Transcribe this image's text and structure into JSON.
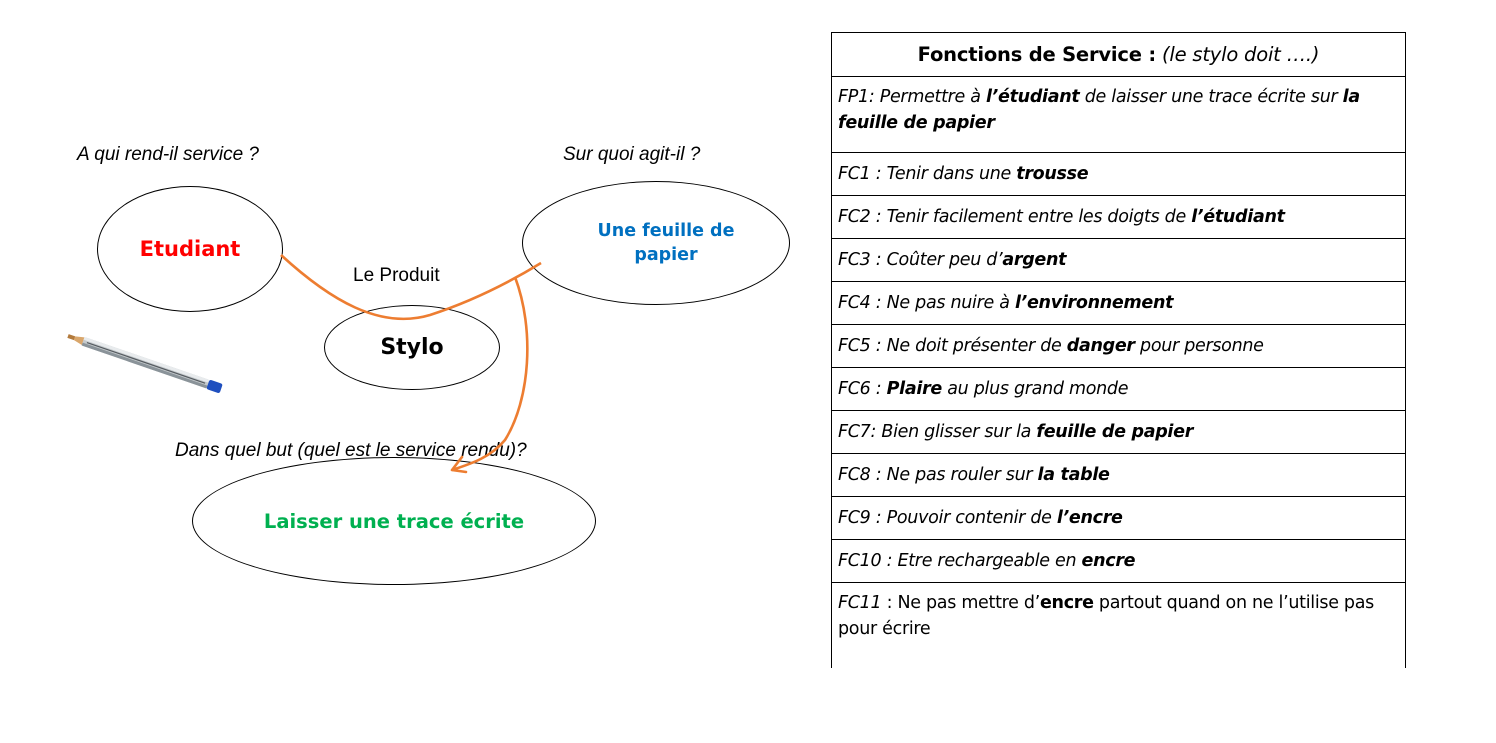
{
  "diagram": {
    "questions": {
      "who": "A qui rend-il service ?",
      "what": "Sur quoi agit-il ?",
      "why": "Dans quel but  (quel est le service rendu)?"
    },
    "nodes": {
      "user": "Etudiant",
      "material": "Une feuille de papier",
      "product_caption": "Le Produit",
      "product": "Stylo",
      "purpose": "Laisser une trace écrite"
    },
    "colors": {
      "user": "#ff0000",
      "material": "#0070c0",
      "purpose": "#00b050",
      "connector": "#ed7d31"
    },
    "icons": [
      "pen-icon"
    ]
  },
  "table": {
    "header_bold": "Fonctions de Service :",
    "header_italic": "(le stylo doit ….)",
    "rows": [
      {
        "id": "FP1",
        "parts": [
          [
            "FP1: Permettre à ",
            false
          ],
          [
            "l’étudiant",
            true
          ],
          [
            " de laisser une trace écrite sur ",
            false
          ],
          [
            "la feuille de papier",
            true
          ]
        ]
      },
      {
        "id": "FC1",
        "parts": [
          [
            "FC1 : Tenir dans une ",
            false
          ],
          [
            "trousse",
            true
          ]
        ]
      },
      {
        "id": "FC2",
        "parts": [
          [
            "FC2 : Tenir facilement entre les doigts de ",
            false
          ],
          [
            "l’étudiant",
            true
          ]
        ]
      },
      {
        "id": "FC3",
        "parts": [
          [
            "FC3 : Coûter peu d’",
            false
          ],
          [
            "argent",
            true
          ]
        ]
      },
      {
        "id": "FC4",
        "parts": [
          [
            "FC4 : Ne pas nuire à ",
            false
          ],
          [
            "l’environnement",
            true
          ]
        ]
      },
      {
        "id": "FC5",
        "parts": [
          [
            "FC5 : Ne doit présenter de ",
            false
          ],
          [
            "danger",
            true
          ],
          [
            " pour personne",
            false
          ]
        ]
      },
      {
        "id": "FC6",
        "parts": [
          [
            "FC6 : ",
            false
          ],
          [
            "Plaire",
            true
          ],
          [
            " au plus grand monde",
            false
          ]
        ]
      },
      {
        "id": "FC7",
        "parts": [
          [
            "FC7: Bien glisser sur la ",
            false
          ],
          [
            "feuille de papier",
            true
          ]
        ]
      },
      {
        "id": "FC8",
        "parts": [
          [
            "FC8 : Ne pas rouler sur ",
            false
          ],
          [
            "la table",
            true
          ]
        ]
      },
      {
        "id": "FC9",
        "parts": [
          [
            "FC9 : Pouvoir contenir de ",
            false
          ],
          [
            "l’encre",
            true
          ]
        ]
      },
      {
        "id": "FC10",
        "parts": [
          [
            "FC10 : Etre rechargeable en ",
            false
          ],
          [
            "encre",
            true
          ]
        ]
      },
      {
        "id": "FC11",
        "parts": [
          [
            "FC11",
            false
          ],
          [
            " : Ne pas mettre  d’",
            "plain"
          ],
          [
            "encre",
            "plainbold"
          ],
          [
            " partout quand on ne l’utilise pas pour écrire",
            "plain"
          ]
        ]
      }
    ]
  }
}
